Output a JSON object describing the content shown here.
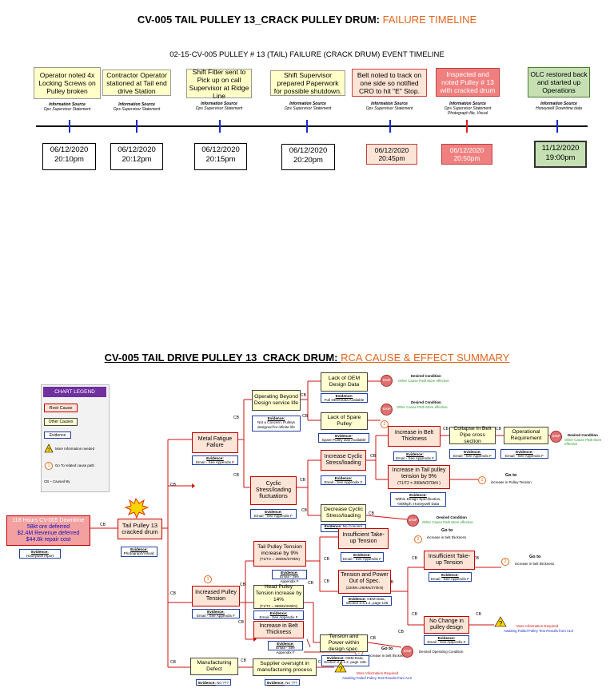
{
  "timeline": {
    "title": "CV-005 TAIL PULLEY 13_CRACK PULLEY DRUM:",
    "title_accent": "FAILURE TIMELINE",
    "subtitle": "02-15-CV-005 PULLEY # 13 (TAIL) FAILURE (CRACK DRUM) EVENT TIMELINE",
    "events": [
      {
        "text": "Operator noted 4x Locking Screws on Pulley broken",
        "src_head": "Information Source",
        "src": "Ops Supervisor Statement",
        "date": "06/12/2020",
        "time": "20:10pm"
      },
      {
        "text": "Contractor Operator stationed at Tail end drive Station",
        "src_head": "Information Source",
        "src": "Ops Supervisor Statement",
        "date": "06/12/2020",
        "time": "20:12pm"
      },
      {
        "text": "Shift Fitter sent to Pick up on call Supervisor at Ridge Line",
        "src_head": "Information Source",
        "src": "Ops Supervisor Statement",
        "date": "06/12/2020",
        "time": "20:15pm"
      },
      {
        "text": "Shift Supervisor prepared Paperwork for possible shutdown.",
        "src_head": "Information Source",
        "src": "Ops Supervisor Statement",
        "date": "06/12/2020",
        "time": "20:20pm"
      },
      {
        "text": "Belt noted to track on one side so notified CRO to hit \"E\" Stop.",
        "src_head": "Information Source",
        "src": "Ops Supervisor Statement",
        "date": "06/12/2020",
        "time": "20:45pm"
      },
      {
        "text": "Inspected and noted Pulley # 13 with cracked drum",
        "src_head": "Information Source",
        "src": "Ops Supervisor Statement",
        "src2": "Photograph file, Visual",
        "date": "06/12/2020",
        "time": "20:50pm"
      },
      {
        "text": "OLC restored back and started up Operations",
        "src_head": "Information Source",
        "src": "Honeywell Downtime data",
        "date": "11/12/2020",
        "time": "19:00pm"
      }
    ]
  },
  "rca": {
    "title": "CV-005 TAIL DRIVE PULLEY 13_CRACK DRUM:",
    "title_accent": "RCA CAUSE & EFFECT SUMMARY",
    "legend": {
      "title": "CHART LEGEND",
      "root": "Root Cause",
      "other": "Other Causes",
      "evidence": "Evidence",
      "more": "More Information needed",
      "goto": "Go To related cause path",
      "cb": "CB – Caused By"
    },
    "cb": "CB",
    "evidence_head": "Evidence:",
    "goto": "Go to",
    "downtime": {
      "line1": "118 Hours CV-005 Downtime",
      "line2": "58kt ore deferred",
      "line3": "$2.4M Revenue deferred",
      "line4": "$44.8k repair cost",
      "evidence": "Honeywell report"
    },
    "tail": {
      "text": "Tail Pulley 13 cracked drum",
      "evidence": "Photograph/Visual;"
    },
    "metal_fatigue": {
      "text": "Metal Fatigue Failure",
      "evidence": "Email - See Appendix F"
    },
    "operating_beyond": {
      "text": "Operating Beyond Design service life",
      "evidence": "Not a Concern, Pulleys designed for infinite life"
    },
    "lack_oem": {
      "text": "Lack of OEM Design Data",
      "evidence": "Full OEM Data Available"
    },
    "lack_spare": {
      "text": "Lack of Spare Pulley",
      "evidence": "Spare Pulley was Available"
    },
    "desired1": {
      "head": "Desired Condition",
      "sub": "Other Cause Path More effective"
    },
    "desired2": {
      "head": "Desired Condition",
      "sub": "Other Cause Path More effective"
    },
    "cyclic": {
      "text": "Cyclic Stress/loading fluctuations",
      "evidence": "Email - See Appendix F"
    },
    "increase_cyclic": {
      "text": "Increase Cyclic Stress/loading",
      "evidence": "Email - See Appendix F"
    },
    "decrease_cyclic": {
      "text": "Decrease Cyclic Stress/loading",
      "evidence": "No Concern"
    },
    "desired3": {
      "head": "Desired Condition",
      "sub": "Other Cause Path More effective"
    },
    "belt_thick1": {
      "text": "Increase in Belt Thickness",
      "evidence": "Email - See Appendix F"
    },
    "collapse": {
      "text": "Collapse in Belt Pipe cross section",
      "evidence": "Email - See Appendix F"
    },
    "operational": {
      "text": "Operational Requirement",
      "evidence": "Email - See Appendix F"
    },
    "desired4": {
      "head": "Desired Condition",
      "sub": "Other Cause Path More effective"
    },
    "tail_tension_9a": {
      "text": "Increase in Tail pulley tension by  9%",
      "sub": "(T1/T2 = 390kN/370kN )",
      "evidence": "Within Design Specification, <800kph. Honeywell Data"
    },
    "goto_tension": "increase in Pulley Tension",
    "increased_pulley": {
      "text": "Increased Pulley Tension",
      "evidence": "Email - See Appendix F"
    },
    "tail_tension_9b": {
      "text": "Tail Pulley Tension increase by 9%",
      "sub": "(T1/T2 = 390kN/370kN)",
      "evidence": "Email - See Appendix F"
    },
    "head_tension": {
      "text": "Head Pulley Tension increase by 14%",
      "sub": "(T1/T2 = 399kN/300kN)",
      "evidence": "Email - See Appendix F"
    },
    "belt_thick2": {
      "text": "Increase in Belt Thickness",
      "evidence": "Email - See Appendix F"
    },
    "insufficient1": {
      "text": "Insufficient Take-up Tension",
      "evidence": "Email - See Appendix F"
    },
    "tension_out": {
      "text": "Tension and Power Out of Spec.",
      "sub": "(330kN=390kN/370kN)",
      "evidence": "OEM Data, Section 2.4.1.2, page 138"
    },
    "tension_within": {
      "text": "Tension and Power within design spec.",
      "evidence": "OEM Data, Section 2.4.1.2, page 138."
    },
    "desired_op": "Desired Operating Condition",
    "insufficient2": {
      "text": "Insufficient Take-up Tension",
      "evidence": "Email - See Appendix F"
    },
    "no_change": {
      "text": "No Change in pulley design",
      "evidence": "Email - See Appendix F"
    },
    "more_info1": {
      "head": "More Information Required",
      "sub": "Awaiting Failed Pulley Test Results  from ALS"
    },
    "goto_belt": "increase in belt thickness",
    "manufacturing": {
      "text": "Manufacturing Defect",
      "evidence": "No ???"
    },
    "supplier": {
      "text": "Supplier oversight in manufacturing process",
      "evidence": "No ???"
    },
    "more_info2": {
      "head": "More Information Required",
      "sub": "Awaiting Failed Pulley Test Results  from ALS"
    },
    "num1": "1",
    "num2": "2"
  }
}
